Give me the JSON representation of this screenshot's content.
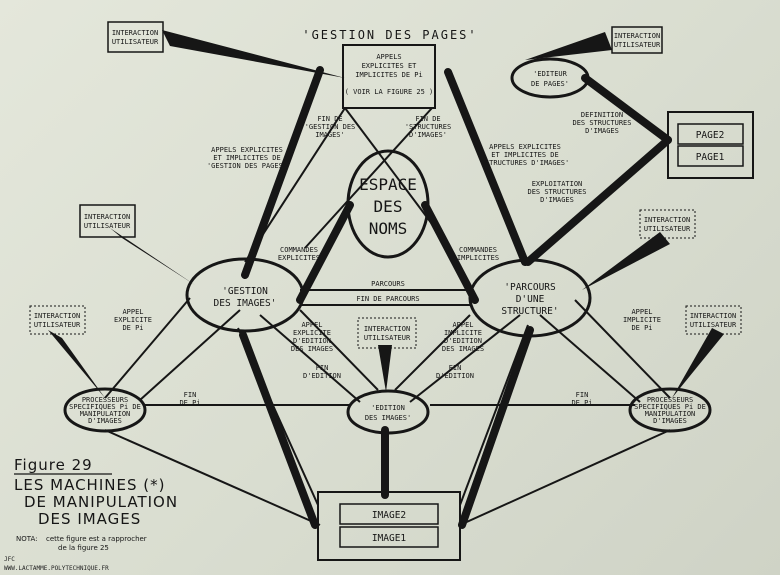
{
  "title": "'GESTION DES PAGES'",
  "nodes": {
    "appels_box": {
      "line1": "APPELS",
      "line2": "EXPLICITES ET",
      "line3": "IMPLICITES DE Pi",
      "line4": "( VOIR LA FIGURE 25 )"
    },
    "espace": {
      "line1": "ESPACE",
      "line2": "DES",
      "line3": "NOMS"
    },
    "gestion_images": {
      "line1": "'GESTION",
      "line2": "DES IMAGES'"
    },
    "parcours": {
      "line1": "'PARCOURS",
      "line2": "D'UNE",
      "line3": "STRUCTURE'"
    },
    "editeur": {
      "line1": "'EDITEUR",
      "line2": "DE PAGES'"
    },
    "edition": {
      "line1": "'EDITION",
      "line2": "DES IMAGES'"
    },
    "proc_left": {
      "line1": "PROCESSEURS",
      "line2": "SPECIFIQUES Pi DE",
      "line3": "MANIPULATION",
      "line4": "D'IMAGES"
    },
    "proc_right": {
      "line1": "PROCESSEURS",
      "line2": "SPECIFIQUES Pi DE",
      "line3": "MANIPULATION",
      "line4": "D'IMAGES"
    },
    "page_stack": {
      "top": "PAGE2",
      "bottom": "PAGE1"
    },
    "image_stack": {
      "top": "IMAGE2",
      "bottom": "IMAGE1"
    }
  },
  "interaction": {
    "line1": "INTERACTION",
    "line2": "UTILISATEUR"
  },
  "labels": {
    "fin_gestion_images": {
      "line1": "FIN DE",
      "line2": "'GESTION DES",
      "line3": "IMAGES'"
    },
    "fin_structures": {
      "line1": "FIN DE",
      "line2": "'STRUCTURES",
      "line3": "D'IMAGES'"
    },
    "appels_gestion": {
      "line1": "APPELS EXPLICITES",
      "line2": "ET IMPLICITES DE",
      "line3": "'GESTION DES PAGES'"
    },
    "appels_structures": {
      "line1": "APPELS EXPLICITES",
      "line2": "ET IMPLICITES DE",
      "line3": "'STRUCTURES D'IMAGES'"
    },
    "definition": {
      "line1": "DEFINITION",
      "line2": "DES STRUCTURES",
      "line3": "D'IMAGES"
    },
    "exploitation": {
      "line1": "EXPLOITATION",
      "line2": "DES STRUCTURES",
      "line3": "D'IMAGES"
    },
    "commandes_left": {
      "line1": "COMMANDES",
      "line2": "EXPLICITES"
    },
    "commandes_right": {
      "line1": "COMMANDES",
      "line2": "IMPLICITES"
    },
    "parcours": "PARCOURS",
    "fin_parcours": "FIN DE PARCOURS",
    "appel_left": {
      "line1": "APPEL",
      "line2": "EXPLICITE",
      "line3": "DE Pi"
    },
    "appel_right": {
      "line1": "APPEL",
      "line2": "IMPLICITE",
      "line3": "DE Pi"
    },
    "appel_edition_left": {
      "line1": "APPEL",
      "line2": "EXPLICITE",
      "line3": "D'EDITION",
      "line4": "DES IMAGES"
    },
    "appel_edition_right": {
      "line1": "APPEL",
      "line2": "IMPLICITE",
      "line3": "D'EDITION",
      "line4": "DES IMAGES"
    },
    "fin_edition_left": {
      "line1": "FIN",
      "line2": "D'EDITION"
    },
    "fin_edition_right": {
      "line1": "FIN",
      "line2": "D'EDITION"
    },
    "fin_pi_left": {
      "line1": "FIN",
      "line2": "DE Pi"
    },
    "fin_pi_right": {
      "line1": "FIN",
      "line2": "DE Pi"
    }
  },
  "figure": {
    "number": "Figure 29",
    "line1": "LES MACHINES  (*)",
    "line2": "DE MANIPULATION",
    "line3": "DES IMAGES",
    "nota": "NOTA:",
    "note1": "cette figure est a rapprocher",
    "note2": "de la figure 25"
  },
  "credit": {
    "line1": "JFC",
    "line2": "WWW.LACTAMME.POLYTECHNIQUE.FR"
  }
}
